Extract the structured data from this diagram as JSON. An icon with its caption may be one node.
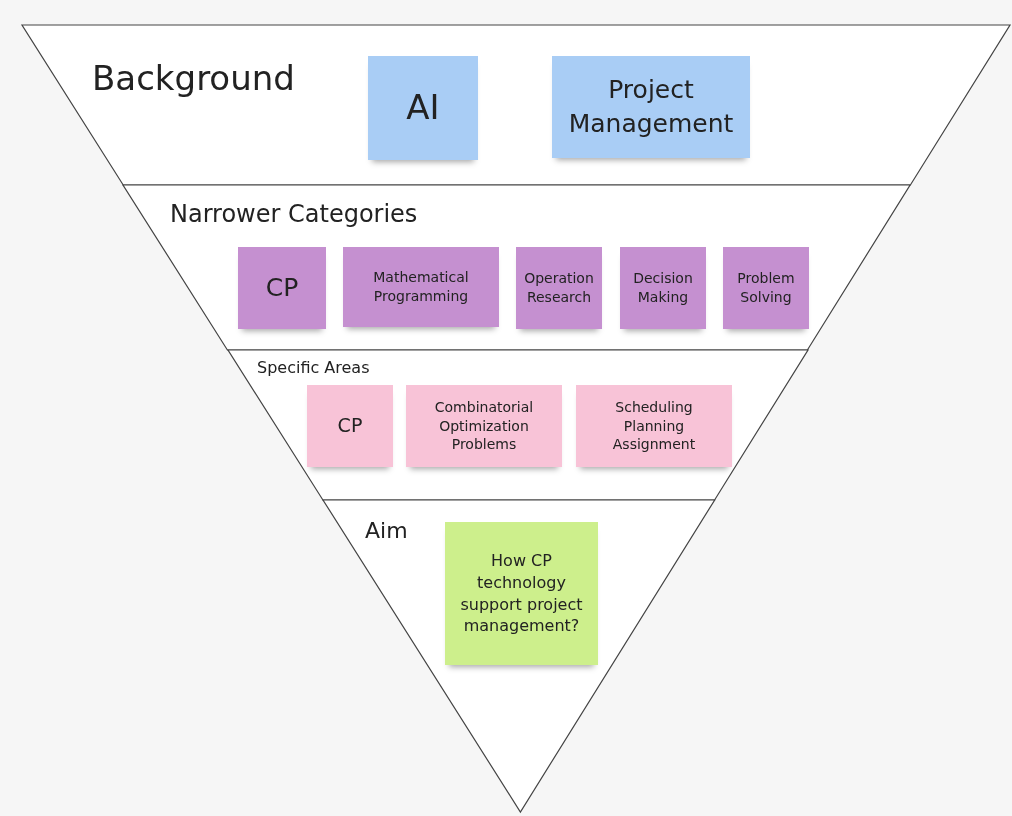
{
  "diagram": {
    "nodes": [
      {
        "text": [
          "Background"
        ]
      },
      {
        "text": [
          "AI"
        ],
        "in": 0
      },
      {
        "text": [
          "Project Management"
        ],
        "in": 0
      },
      {
        "text": [
          "Narrower Categories"
        ]
      },
      {
        "text": [
          "CP"
        ],
        "in": 3
      },
      {
        "text": [
          "Mathematical Programming"
        ],
        "in": 3
      },
      {
        "text": [
          "Operation Research"
        ],
        "in": 3
      },
      {
        "text": [
          "Decision Making"
        ],
        "in": 3
      },
      {
        "text": [
          "Problem Solving"
        ],
        "in": 3
      },
      {
        "text": [
          "Specific Areas"
        ]
      },
      {
        "text": [
          "CP"
        ],
        "in": 9
      },
      {
        "text": [
          "Combinatorial Optimization Problems"
        ],
        "in": 9
      },
      {
        "text": [
          "Scheduling Planning Assignment"
        ],
        "in": 9
      },
      {
        "text": [
          "Aim"
        ]
      },
      {
        "text": [
          "How CP technology support project management?"
        ],
        "in": 13
      }
    ],
    "edges": []
  }
}
